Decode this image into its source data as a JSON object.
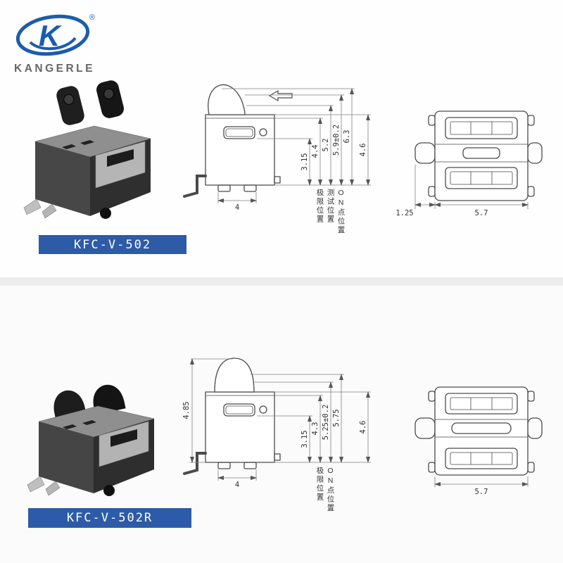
{
  "brand": {
    "name": "KANGERLE",
    "reg": "®"
  },
  "top": {
    "model": "KFC-V-502",
    "front": {
      "dim_slot": "3.15",
      "dim_limit": "4.4",
      "dim_test": "5.2",
      "dim_on": "5.9±0.2",
      "dim_free": "6.3",
      "dim_body": "4.6",
      "dim_width": "4",
      "label_limit": "极限位置",
      "label_test": "测试位置",
      "label_on": "ON点位置"
    },
    "topview": {
      "dim_tab": "1.25",
      "dim_width": "5.7"
    }
  },
  "bottom": {
    "model": "KFC-V-502R",
    "front": {
      "dim_height": "4.85",
      "dim_slot": "3.15",
      "dim_limit": "4.3",
      "dim_on": "5.25±0.2",
      "dim_free": "5.75",
      "dim_body": "4.6",
      "dim_width": "4",
      "label_limit": "极限位置",
      "label_on": "ON点位置"
    },
    "topview": {
      "dim_width": "5.7"
    }
  }
}
